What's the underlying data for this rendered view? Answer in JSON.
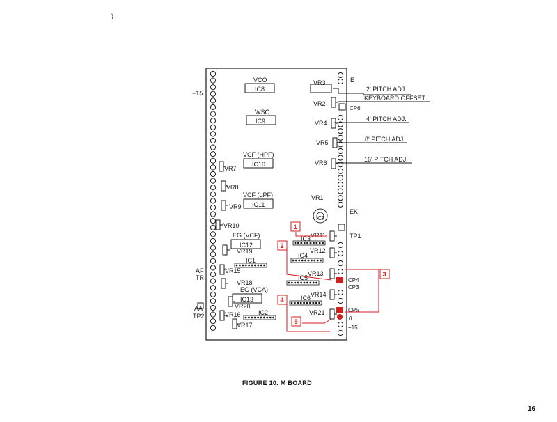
{
  "caption": "FIGURE 10. M BOARD",
  "page_number": "16",
  "colors": {
    "ink": "#1a1a1a",
    "callout": "#d41f1f"
  },
  "edge_labels": {
    "minus15": "−15",
    "af": "AF",
    "tr": "TR",
    "aa": "AA",
    "tp2": "TP2",
    "e": "E",
    "ek": "EK",
    "tp1": "TP1",
    "cp6": "CP6",
    "cp4": "CP4",
    "cp3": "CP3",
    "cp5": "CP5",
    "zero": "0",
    "plus15": "+15"
  },
  "ics": {
    "vco": "VCO",
    "ic8": "IC8",
    "wsc": "WSC",
    "ic9": "IC9",
    "vcf_hpf": "VCF (HPF)",
    "ic10": "IC10",
    "vcf_lpf": "VCF (LPF)",
    "ic11": "IC11",
    "eg_vcf": "EG (VCF)",
    "ic12": "IC12",
    "ic1": "IC1",
    "eg_vca": "EG (VCA)",
    "ic13": "IC13",
    "ic2": "IC2",
    "ic3": "IC3",
    "ic4": "IC4",
    "ic5": "IC5",
    "ic6": "IC6",
    "ic7": "IC7"
  },
  "pots": {
    "vr1": "VR1",
    "vr2": "VR2",
    "vr3": "VR3",
    "vr4": "VR4",
    "vr5": "VR5",
    "vr6": "VR6",
    "vr7": "VR7",
    "vr8": "VR8",
    "vr9": "VR9",
    "vr10": "VR10",
    "vr11": "VR11",
    "vr12": "VR12",
    "vr13": "VR13",
    "vr14": "VR14",
    "vr15": "VR15",
    "vr16": "VR16",
    "vr17": "VR17",
    "vr18": "VR18",
    "vr19": "VR19",
    "vr20": "VR20",
    "vr21": "VR21"
  },
  "adjustments": {
    "pitch2": "2' PITCH ADJ.",
    "keyboard_offset": "KEYBOARD OFFSET",
    "pitch4": "4' PITCH ADJ.",
    "pitch8": "8' PITCH ADJ.",
    "pitch16": "16' PITCH ADJ."
  },
  "callouts": {
    "c1": "1",
    "c2": "2",
    "c3": "3",
    "c4": "4",
    "c5": "5"
  }
}
